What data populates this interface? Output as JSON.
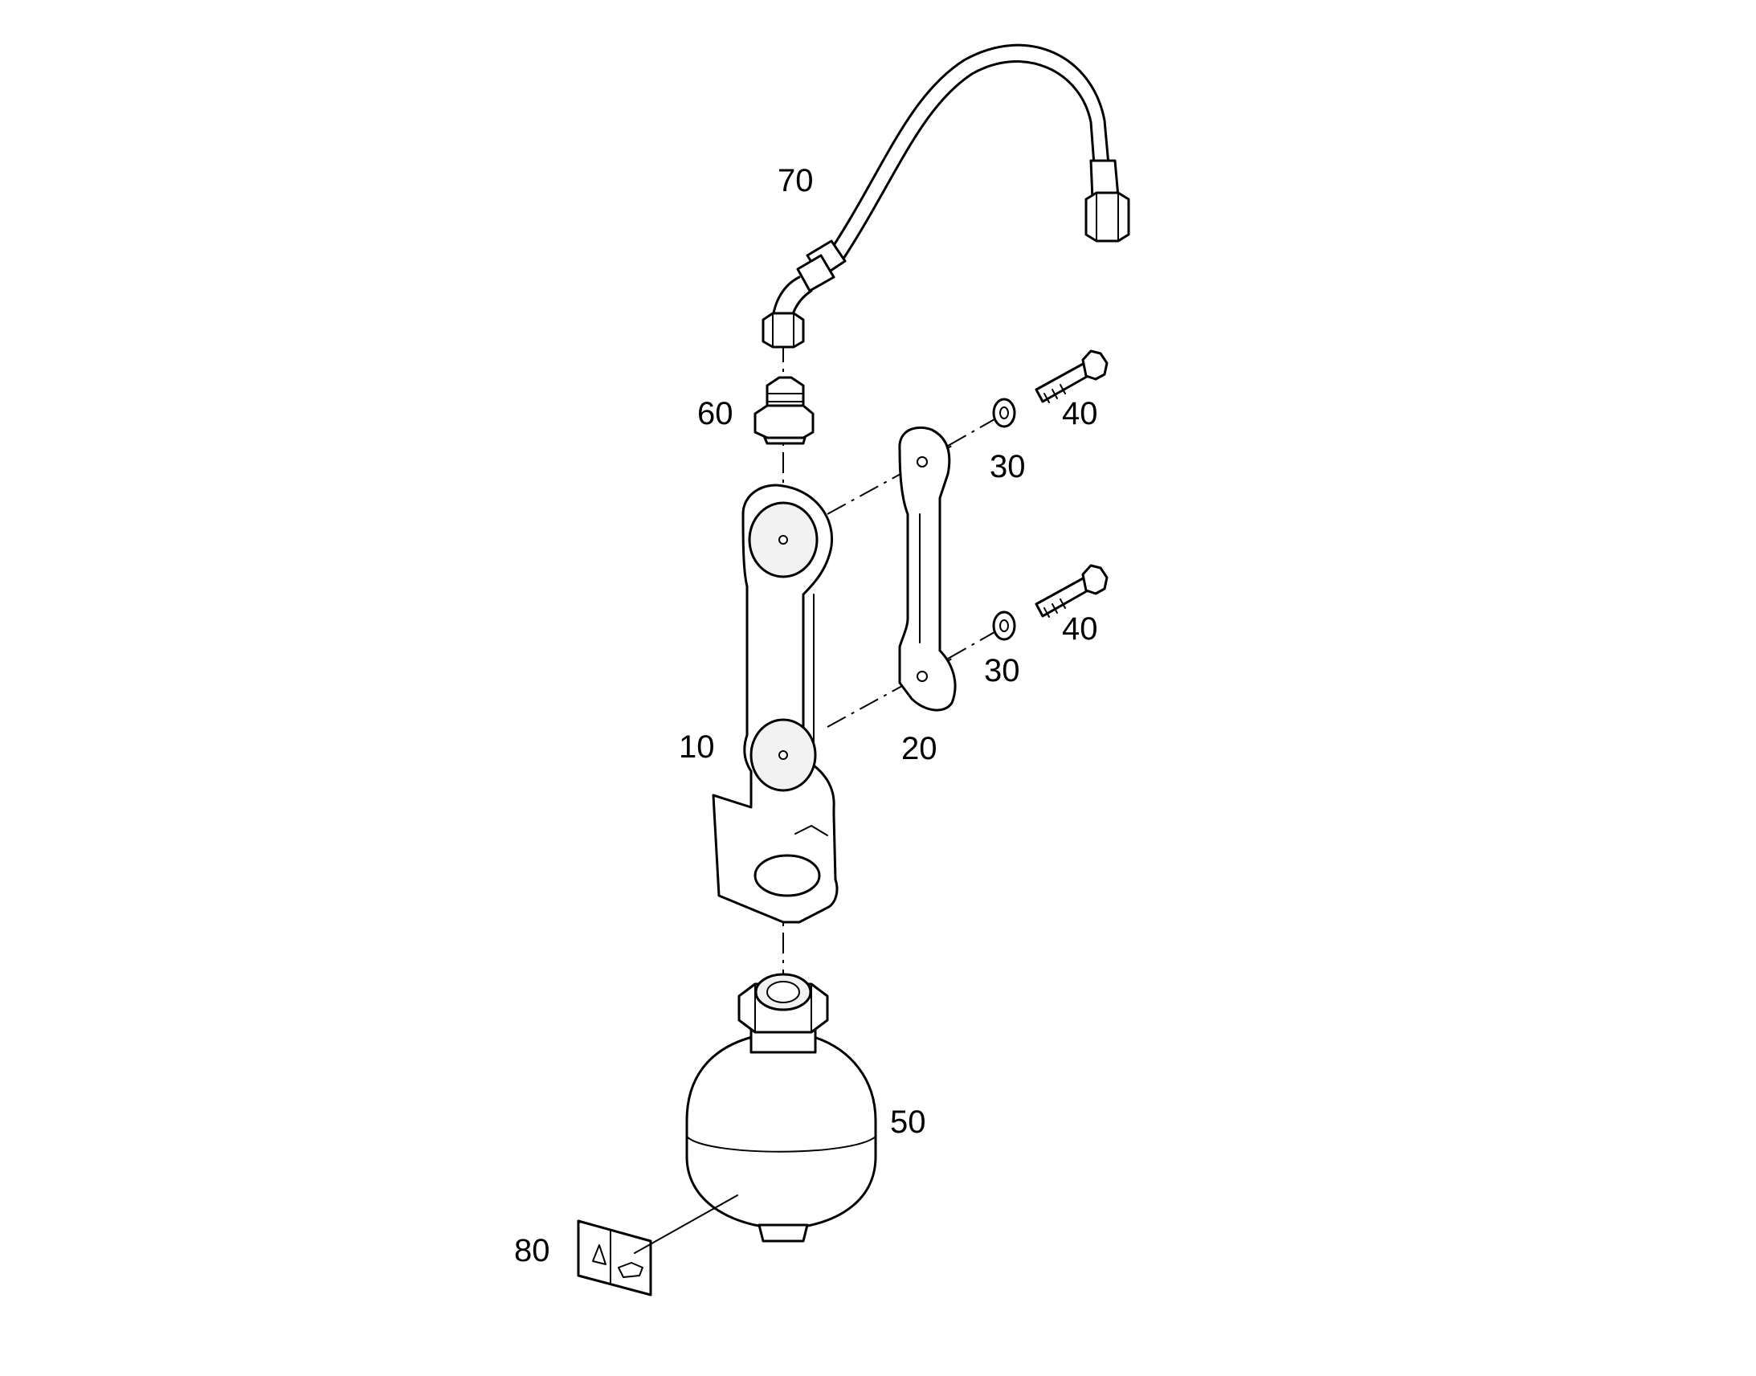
{
  "callouts": {
    "c10": "10",
    "c20": "20",
    "c30a": "30",
    "c30b": "30",
    "c40a": "40",
    "c40b": "40",
    "c50": "50",
    "c60": "60",
    "c70": "70",
    "c80": "80"
  },
  "icons": {
    "label_sticker": [
      "warning-triangle-icon",
      "hand-icon"
    ]
  }
}
